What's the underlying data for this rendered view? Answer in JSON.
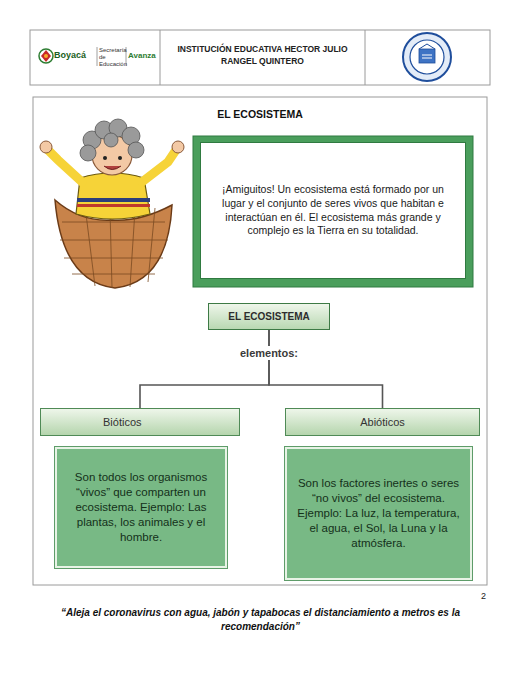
{
  "diagram": {
    "title": "EL ECOSISTEMA",
    "nodes": [
      {
        "text": [
          "¡Amiguitos! Un ecosistema está formado por un lugar y el conjunto de seres vivos que habitan e interactúan en él. El ecosistema más grande y complejo es la Tierra en su totalidad."
        ]
      },
      {
        "text": [
          "EL ECOSISTEMA"
        ]
      },
      {
        "text": [
          "Bióticos"
        ]
      },
      {
        "text": [
          "Son todos los organismos “vivos” que comparten un ecosistema. Ejemplo: Las plantas, los animales y el hombre."
        ]
      },
      {
        "text": [
          "Abióticos"
        ]
      },
      {
        "text": [
          "Son los factores inertes o seres “no vivos” del ecosistema. Ejemplo: La luz, la temperatura, el agua, el Sol, la Luna y la atmósfera."
        ]
      }
    ],
    "edges": [
      {
        "from": 1,
        "to": 2,
        "arrow": "none",
        "label": "elementos:"
      },
      {
        "from": 1,
        "to": 4,
        "arrow": "none"
      }
    ],
    "labels": [
      "Boyacá",
      "Secretaría de Educación",
      "Avanza",
      "INSTITUCIÓN EDUCATIVA HECTOR JULIO RANGEL QUINTERO",
      "2",
      "“Aleja el coronavirus con agua, jabón y tapabocas el distanciamiento a metros es la recomendación”"
    ]
  }
}
